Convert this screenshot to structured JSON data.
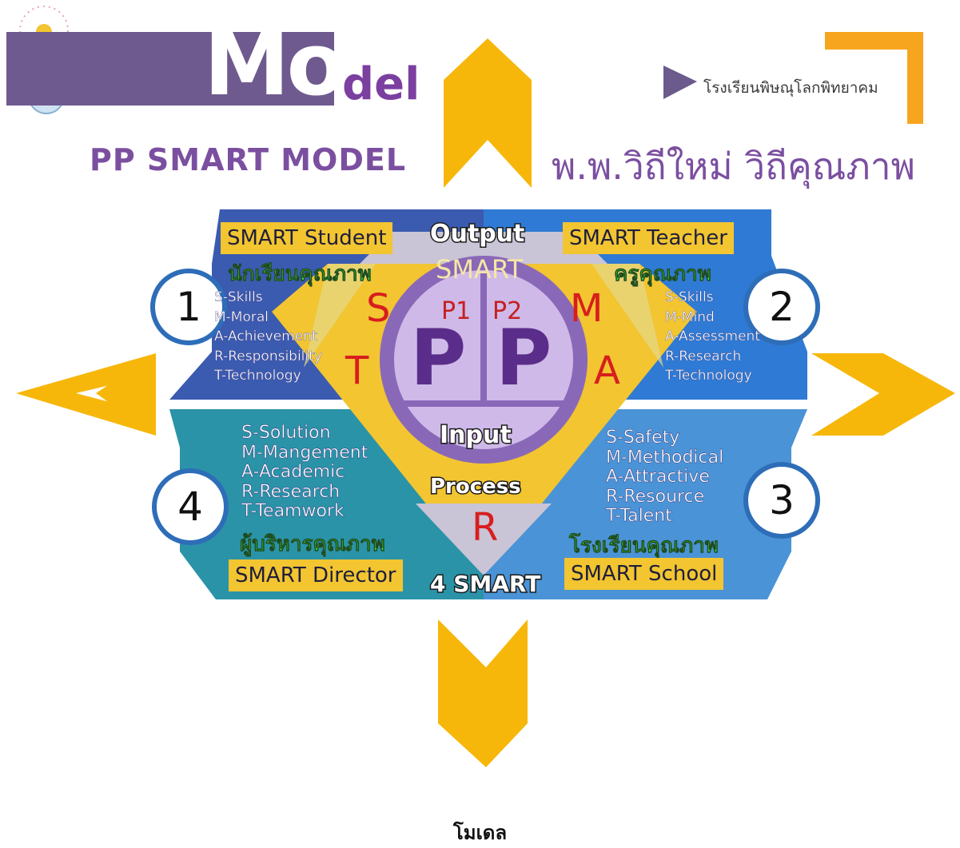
{
  "header": {
    "logo_mo": "Mo",
    "logo_del": "del",
    "school_name": "โรงเรียนพิษณุโลกพิทยาคม",
    "title_en": "PP SMART MODEL",
    "title_th": "พ.พ.วิถีใหม่ วิถีคุณภาพ"
  },
  "diagram": {
    "center": {
      "output_label": "Output",
      "smart_label": "SMART",
      "p1": "P1",
      "p2": "P2",
      "big_p_left": "P",
      "big_p_right": "P",
      "input_label": "Input",
      "process_label": "Process",
      "four_smart": "4 SMART"
    },
    "letters": {
      "s": "S",
      "m": "M",
      "t": "T",
      "a": "A",
      "r": "R"
    },
    "quadrants": [
      {
        "number": "1",
        "title": "SMART Student",
        "thai": "นักเรียนคุณภาพ",
        "items": [
          "S-Skills",
          "M-Moral",
          "A-Achievement",
          "R-Responsibility",
          "T-Technology"
        ]
      },
      {
        "number": "2",
        "title": "SMART Teacher",
        "thai": "ครูคุณภาพ",
        "items": [
          "S-Skills",
          "M-Mind",
          "A-Assessment",
          "R-Research",
          "T-Technology"
        ]
      },
      {
        "number": "3",
        "title": "SMART School",
        "thai": "โรงเรียนคุณภาพ",
        "items": [
          "S-Safety",
          "M-Methodical",
          "A-Attractive",
          "R-Resource",
          "T-Talent"
        ]
      },
      {
        "number": "4",
        "title": "SMART Director",
        "thai": "ผู้บริหารคุณภาพ",
        "items": [
          "S-Solution",
          "M-Mangement",
          "A-Academic",
          "R-Research",
          "T-Teamwork"
        ]
      }
    ]
  },
  "caption": "โมเดล",
  "colors": {
    "arrow": "#f7b70a",
    "banner": "#6e5a8f",
    "accent_purple": "#7b4fa0",
    "quad_top_left": "#3b5bb0",
    "quad_top_right": "#2f7ad4",
    "quad_bottom_left": "#2a93a8",
    "quad_bottom_right": "#4a93d6",
    "diamond": "#f2c531",
    "orange_corner": "#f7a51e"
  },
  "icons": [
    "crest-icon",
    "play-triangle-icon",
    "corner-bracket-icon",
    "arrow-up-icon",
    "arrow-down-icon",
    "arrow-left-icon",
    "arrow-right-icon"
  ]
}
